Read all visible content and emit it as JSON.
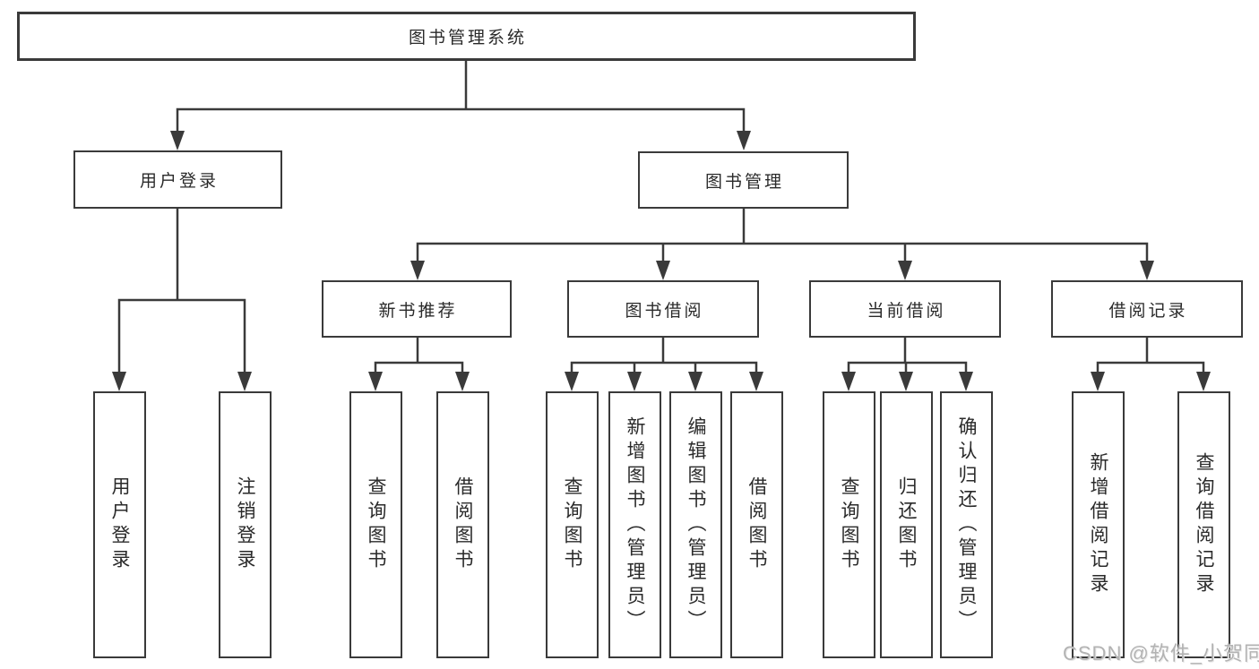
{
  "diagram": {
    "type": "hierarchy-tree",
    "colors": {
      "line": "#3a3a3a",
      "box_border": "#3a3a3a",
      "text": "#2a2a2a",
      "background": "#ffffff",
      "watermark": "#b3b3b3"
    },
    "tree": {
      "label": "图书管理系统",
      "children": [
        {
          "label": "用户登录",
          "children": [
            {
              "label": "用户登录"
            },
            {
              "label": "注销登录"
            }
          ]
        },
        {
          "label": "图书管理",
          "children": [
            {
              "label": "新书推荐",
              "children": [
                {
                  "label": "查询图书"
                },
                {
                  "label": "借阅图书"
                }
              ]
            },
            {
              "label": "图书借阅",
              "children": [
                {
                  "label": "查询图书"
                },
                {
                  "label": "新增图书（管理员）"
                },
                {
                  "label": "编辑图书（管理员）"
                },
                {
                  "label": "借阅图书"
                }
              ]
            },
            {
              "label": "当前借阅",
              "children": [
                {
                  "label": "查询图书"
                },
                {
                  "label": "归还图书"
                },
                {
                  "label": "确认归还（管理员）"
                }
              ]
            },
            {
              "label": "借阅记录",
              "children": [
                {
                  "label": "新增借阅记录"
                },
                {
                  "label": "查询借阅记录"
                }
              ]
            }
          ]
        }
      ]
    },
    "watermark": "CSDN @软件_小贺同学"
  }
}
